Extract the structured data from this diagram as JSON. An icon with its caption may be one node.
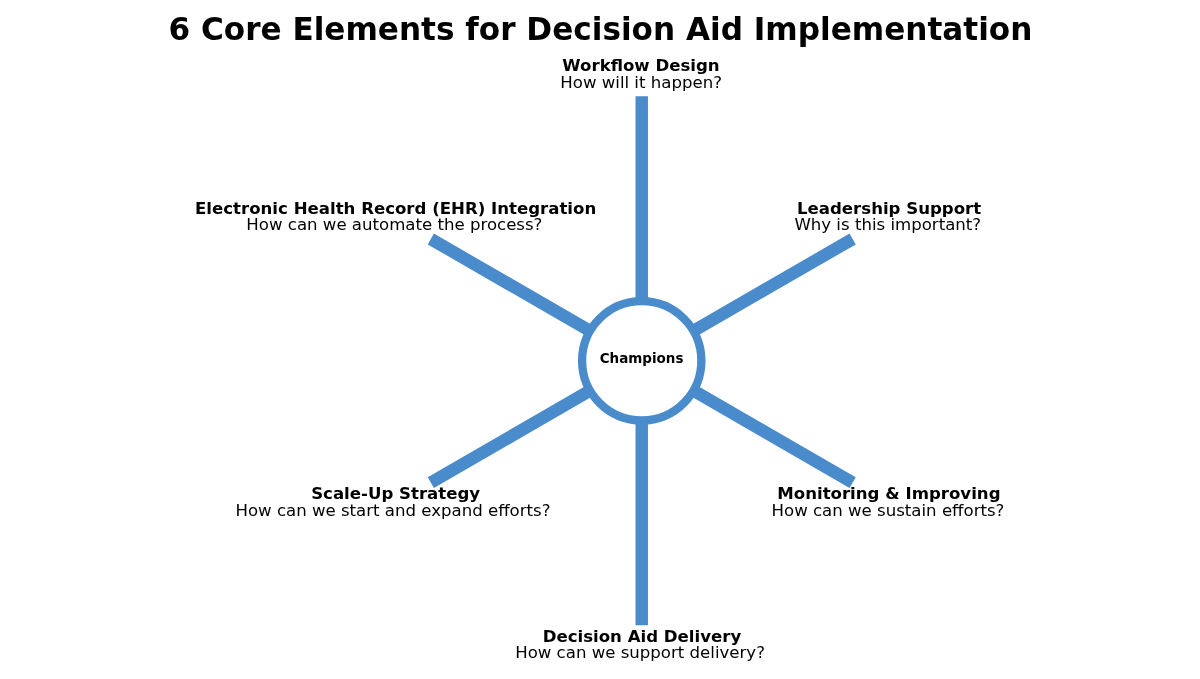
{
  "diagram": {
    "title": "6 Core Elements for Decision Aid Implementation",
    "nodes": [
      {
        "text": [
          "Champions"
        ]
      },
      {
        "text": [
          "Leadership Support",
          "Why is this important?"
        ]
      },
      {
        "text": [
          "Workflow Design",
          "How will it happen?"
        ]
      },
      {
        "text": [
          "Electronic Health Record (EHR) Integration",
          "How can we automate the process?"
        ]
      },
      {
        "text": [
          "Scale-Up Strategy",
          "How can we start and expand efforts?"
        ]
      },
      {
        "text": [
          "Decision Aid Delivery",
          "How can we support delivery?"
        ]
      },
      {
        "text": [
          "Monitoring & Improving",
          "How can we sustain efforts?"
        ]
      }
    ],
    "edges": [
      {
        "from": 0,
        "to": 1,
        "arrow": "none"
      },
      {
        "from": 0,
        "to": 2,
        "arrow": "none"
      },
      {
        "from": 0,
        "to": 3,
        "arrow": "none"
      },
      {
        "from": 0,
        "to": 4,
        "arrow": "none"
      },
      {
        "from": 0,
        "to": 5,
        "arrow": "none"
      },
      {
        "from": 0,
        "to": 6,
        "arrow": "none"
      }
    ]
  }
}
